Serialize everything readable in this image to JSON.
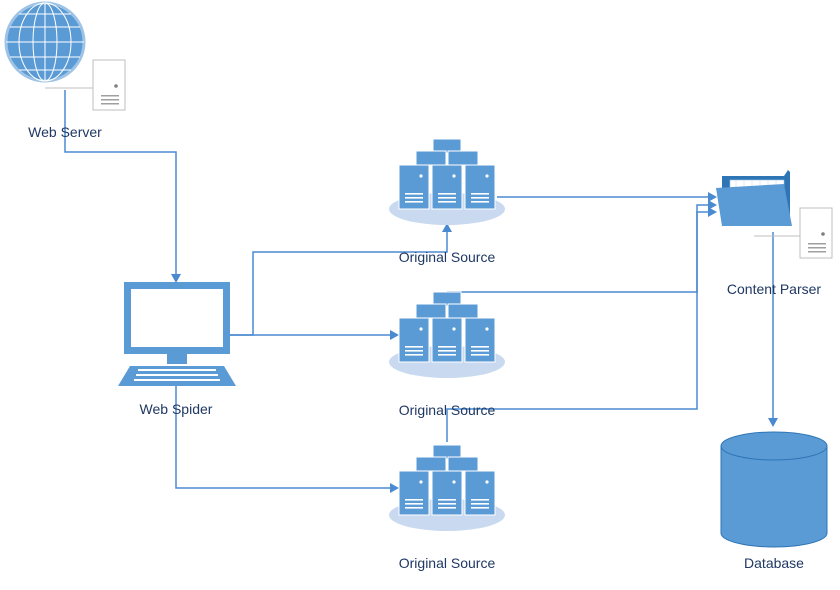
{
  "diagram": {
    "nodes": {
      "web_server": {
        "label": "Web Server",
        "icon": "globe-server-icon"
      },
      "web_spider": {
        "label": "Web Spider",
        "icon": "laptop-icon"
      },
      "source_top": {
        "label": "Original Source",
        "icon": "server-cluster-icon"
      },
      "source_middle": {
        "label": "Original Source",
        "icon": "server-cluster-icon"
      },
      "source_bottom": {
        "label": "Original Source",
        "icon": "server-cluster-icon"
      },
      "content_parser": {
        "label": "Content Parser",
        "icon": "folder-server-icon"
      },
      "database": {
        "label": "Database",
        "icon": "database-cylinder-icon"
      }
    },
    "edges": [
      {
        "from": "web_server",
        "to": "web_spider"
      },
      {
        "from": "web_spider",
        "to": "source_top"
      },
      {
        "from": "web_spider",
        "to": "source_middle"
      },
      {
        "from": "web_spider",
        "to": "source_bottom"
      },
      {
        "from": "source_top",
        "to": "content_parser"
      },
      {
        "from": "source_middle",
        "to": "content_parser"
      },
      {
        "from": "source_bottom",
        "to": "content_parser"
      },
      {
        "from": "content_parser",
        "to": "database"
      }
    ],
    "colors": {
      "primary": "#5b9bd5",
      "dark": "#2e75b6",
      "line": "#4a8ad0",
      "label": "#1f3864",
      "ellipse": "#c9daf0"
    }
  }
}
